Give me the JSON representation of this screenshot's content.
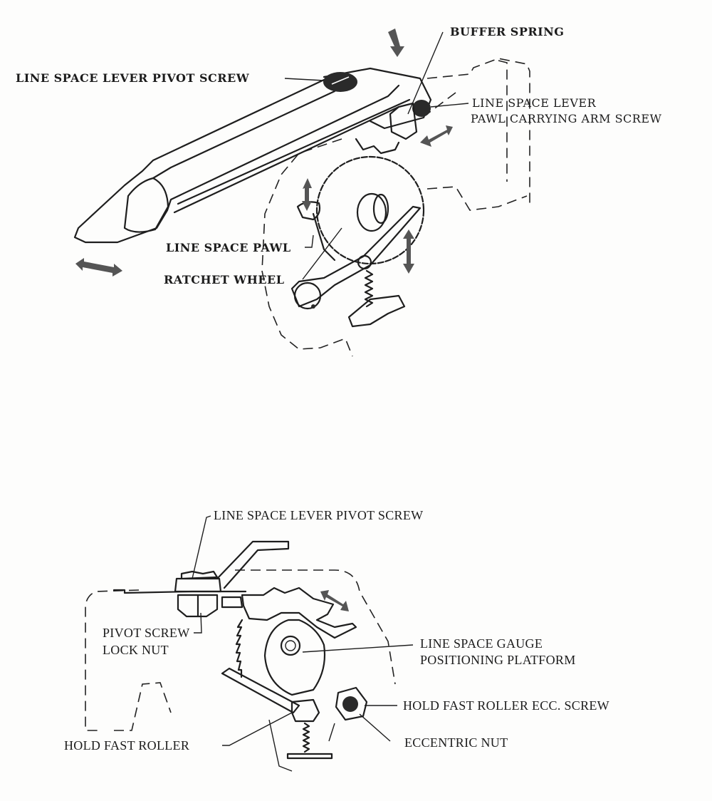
{
  "figures": [
    {
      "id": "upper",
      "description": "Line space lever assembly (perspective view)",
      "labels": [
        {
          "key": "line_space_lever_pivot_screw",
          "text": "LINE SPACE LEVER PIVOT SCREW"
        },
        {
          "key": "buffer_spring",
          "text": "BUFFER SPRING"
        },
        {
          "key": "pawl_arm_screw_line1",
          "text": "LINE SPACE LEVER"
        },
        {
          "key": "pawl_arm_screw_line2",
          "text": "PAWL CARRYING  ARM SCREW"
        },
        {
          "key": "line_space_pawl",
          "text": "LINE SPACE PAWL"
        },
        {
          "key": "ratchet_wheel",
          "text": "RATCHET WHEEL"
        }
      ]
    },
    {
      "id": "lower",
      "description": "Line space gauge and hold fast roller (side view)",
      "labels": [
        {
          "key": "line_space_lever_pivot_screw",
          "text": "LINE SPACE LEVER PIVOT SCREW"
        },
        {
          "key": "pivot_screw_lock_nut_line1",
          "text": "PIVOT SCREW"
        },
        {
          "key": "pivot_screw_lock_nut_line2",
          "text": "LOCK NUT"
        },
        {
          "key": "gauge_platform_line1",
          "text": "LINE SPACE GAUGE"
        },
        {
          "key": "gauge_platform_line2",
          "text": "POSITIONING PLATFORM"
        },
        {
          "key": "hold_fast_roller_ecc_screw",
          "text": "HOLD FAST ROLLER ECC.  SCREW"
        },
        {
          "key": "hold_fast_roller",
          "text": "HOLD FAST ROLLER"
        },
        {
          "key": "eccentric_nut",
          "text": "ECCENTRIC NUT"
        }
      ]
    }
  ],
  "colors": {
    "ink": "#1e1e1e",
    "paper": "#fdfdfc"
  }
}
